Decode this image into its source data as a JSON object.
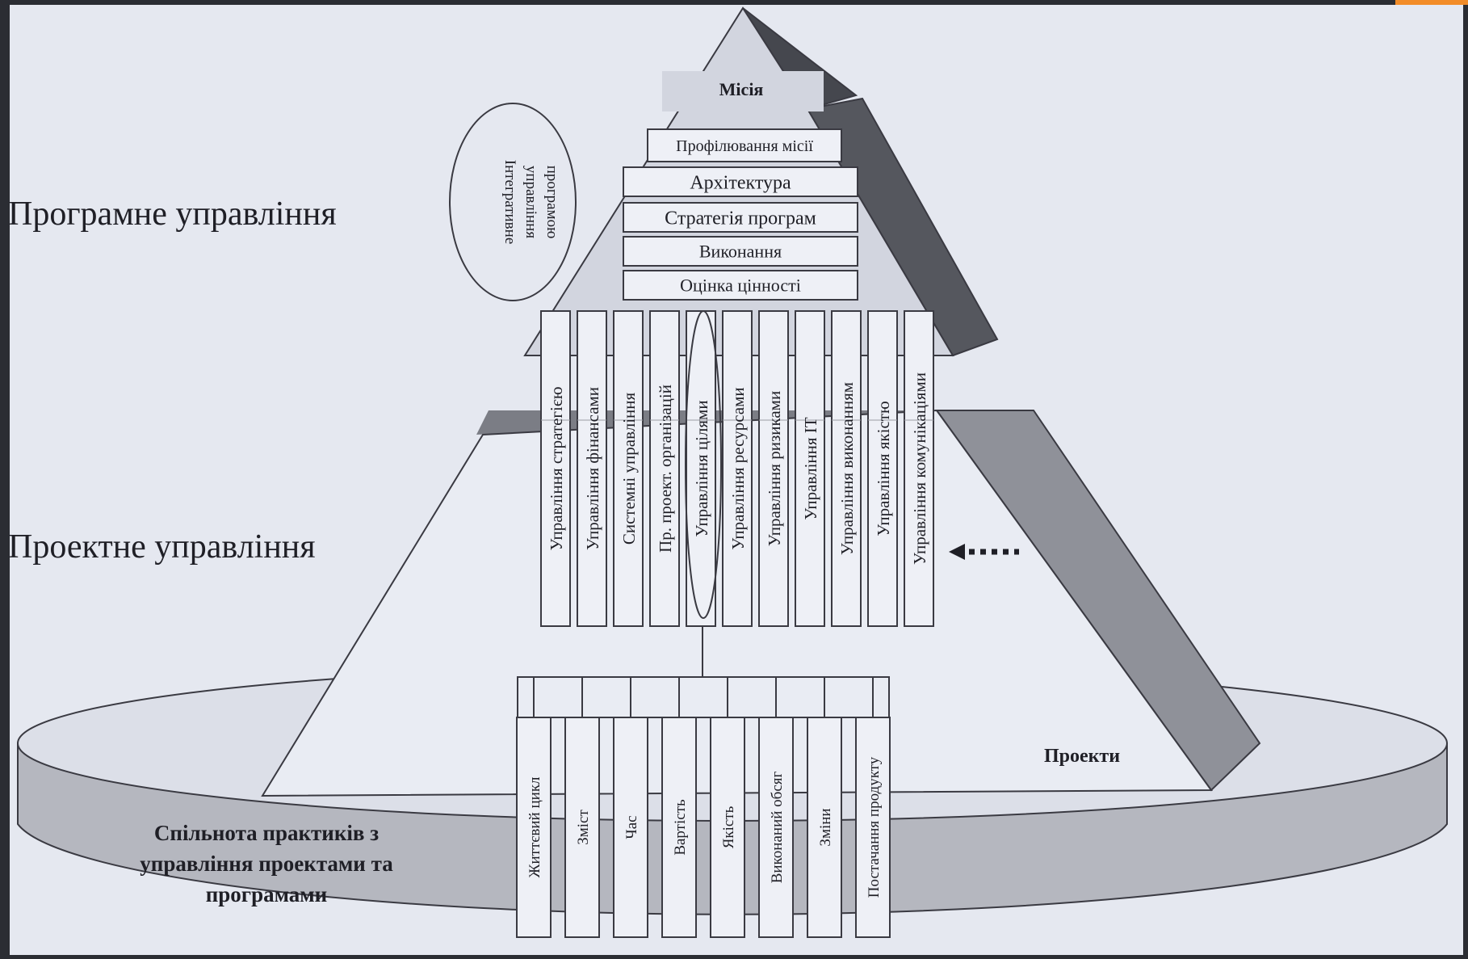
{
  "side_labels": {
    "program": "Програмне управління",
    "project": "Проектне управління"
  },
  "pyramid_top": {
    "mission": "Місія",
    "levels": [
      "Профілювання місії",
      "Архітектура",
      "Стратегія програм",
      "Виконання",
      "Оцінка цінності"
    ],
    "oval_lines": [
      "Інтегративне",
      "управління",
      "програмою"
    ]
  },
  "columns": [
    "Управління стратегією",
    "Управління фінансами",
    "Системні управління",
    "Пр. проект. організацій",
    "Управління цілями",
    "Управління ресурсами",
    "Управління ризиками",
    "Управління IT",
    "Управління виконанням",
    "Управління якістю",
    "Управління комунікаціями"
  ],
  "base_columns": [
    "Життєвий цикл",
    "Зміст",
    "Час",
    "Вартість",
    "Якість",
    "Виконаний обсяг",
    "Зміни",
    "Постачання продукту"
  ],
  "projects_label": "Проекти",
  "community": [
    "Спільнота практиків з",
    "управління проектами та",
    "програмами"
  ],
  "colors": {
    "background": "#e5e8f0",
    "frame": "#2b2d33",
    "box_fill": "#eef0f6",
    "line": "#3a3a42",
    "shadow_dark": "#55575e",
    "shadow_mid": "#9a9ca4",
    "accent": "#f28c28"
  }
}
